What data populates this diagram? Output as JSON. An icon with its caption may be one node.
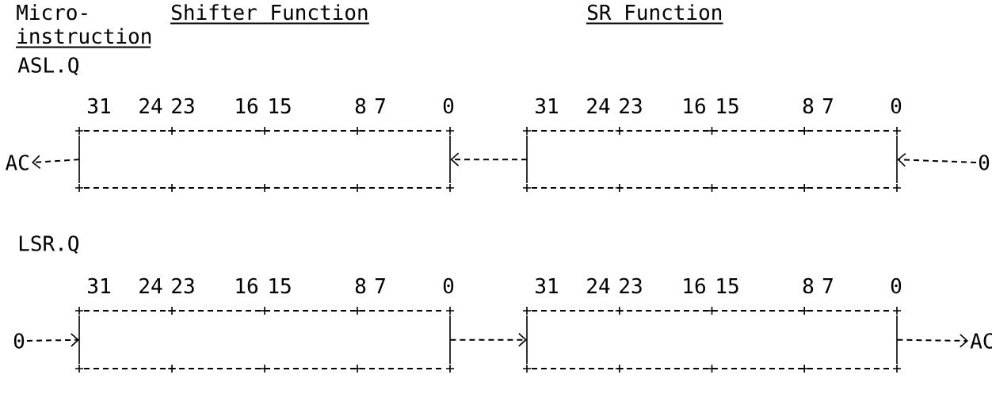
{
  "diagram": {
    "nodes": [
      {
        "text": [],
        "shape": "box",
        "beside": [
          "31",
          "24",
          "23",
          "16",
          "15",
          "8",
          "7",
          "0"
        ]
      },
      {
        "text": [],
        "shape": "box",
        "beside": [
          "31",
          "24",
          "23",
          "16",
          "15",
          "8",
          "7",
          "0"
        ]
      },
      {
        "text": [],
        "shape": "box",
        "beside": [
          "31",
          "24",
          "23",
          "16",
          "15",
          "8",
          "7",
          "0"
        ]
      },
      {
        "text": [],
        "shape": "box",
        "beside": [
          "31",
          "24",
          "23",
          "16",
          "15",
          "8",
          "7",
          "0"
        ]
      },
      {
        "text": [
          "AC"
        ]
      },
      {
        "text": [
          "0"
        ]
      },
      {
        "text": [
          "0"
        ]
      },
      {
        "text": [
          "AC"
        ]
      }
    ],
    "edges": [
      {
        "from": 0,
        "to": 4,
        "arrow": "to",
        "style": "dashed"
      },
      {
        "from": 1,
        "to": 0,
        "arrow": "to",
        "style": "dashed"
      },
      {
        "from": 5,
        "to": 1,
        "arrow": "to",
        "style": "dashed"
      },
      {
        "from": 6,
        "to": 2,
        "arrow": "to",
        "style": "dashed"
      },
      {
        "from": 2,
        "to": 3,
        "arrow": "to",
        "style": "dashed"
      },
      {
        "from": 3,
        "to": 7,
        "arrow": "to",
        "style": "dashed"
      }
    ],
    "labels": [
      "Micro- instruction",
      "Shifter Function",
      "SR Function",
      "ASL.Q",
      "LSR.Q"
    ]
  }
}
